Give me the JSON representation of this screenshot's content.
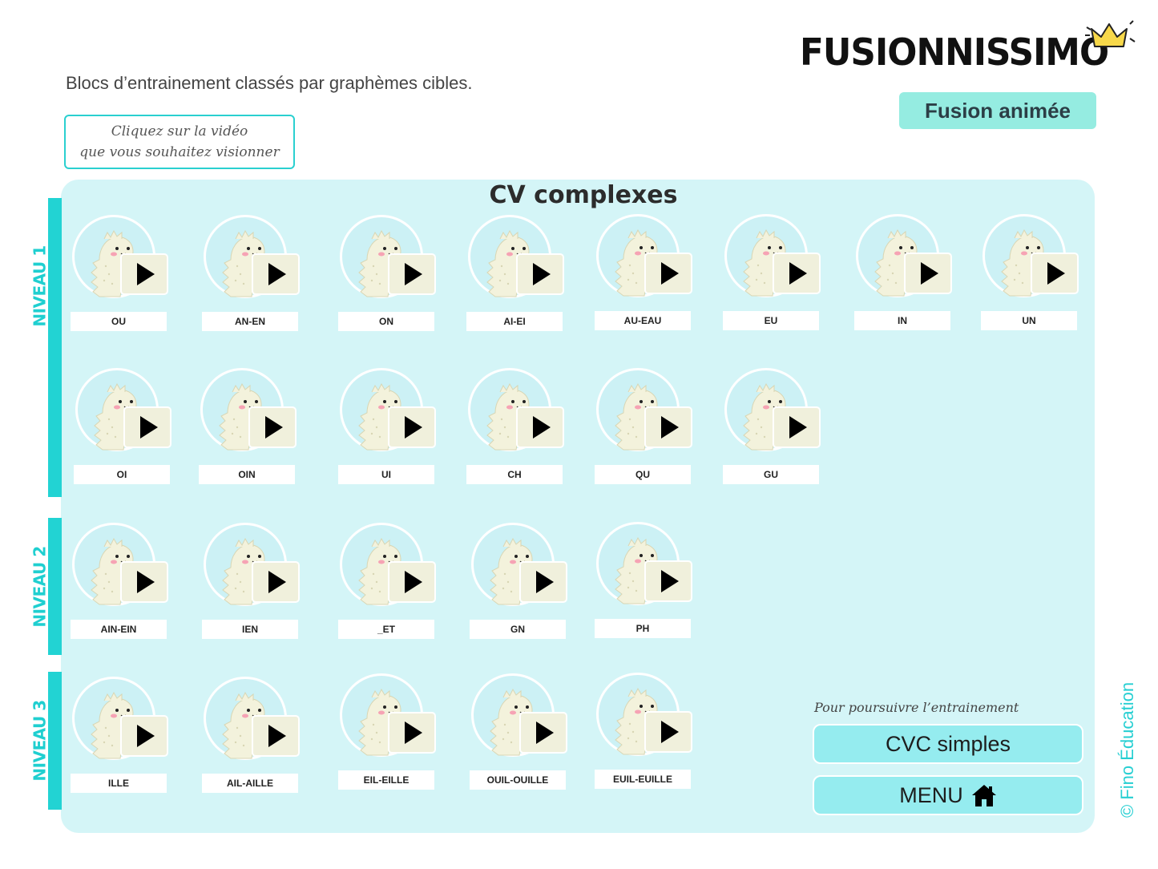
{
  "header": {
    "logo_text": "FUSIONNISSIMO",
    "subtitle": "Blocs d’entrainement classés par graphèmes cibles.",
    "mode_badge": "Fusion animée",
    "hint_line1": "Cliquez sur la vidéo",
    "hint_line2": "que vous souhaitez visionner"
  },
  "panel": {
    "title": "CV complexes"
  },
  "levels": [
    {
      "label": "NIVEAU 1"
    },
    {
      "label": "NIVEAU 2"
    },
    {
      "label": "NIVEAU 3"
    }
  ],
  "videos": {
    "row1": [
      "OU",
      "AN-EN",
      "ON",
      "AI-EI",
      "AU-EAU",
      "EU",
      "IN",
      "UN"
    ],
    "row2": [
      "OI",
      "OIN",
      "UI",
      "CH",
      "QU",
      "GU"
    ],
    "row3": [
      "AIN-EIN",
      "IEN",
      "_ET",
      "GN",
      "PH"
    ],
    "row4": [
      "ILLE",
      "AIL-AILLE",
      "EIL-EILLE",
      "OUIL-OUILLE",
      "EUIL-EUILLE"
    ]
  },
  "navigation": {
    "continue_text": "Pour poursuivre l’entrainement",
    "cvc_button": "CVC simples",
    "menu_button": "MENU",
    "menu_icon": "home-icon"
  },
  "footer": {
    "copyright": "© Fino Éducation"
  },
  "colors": {
    "accent_teal": "#22d3d3",
    "panel_bg": "#d4f5f7",
    "badge_bg": "#95ece1",
    "button_bg": "#95ecef"
  }
}
